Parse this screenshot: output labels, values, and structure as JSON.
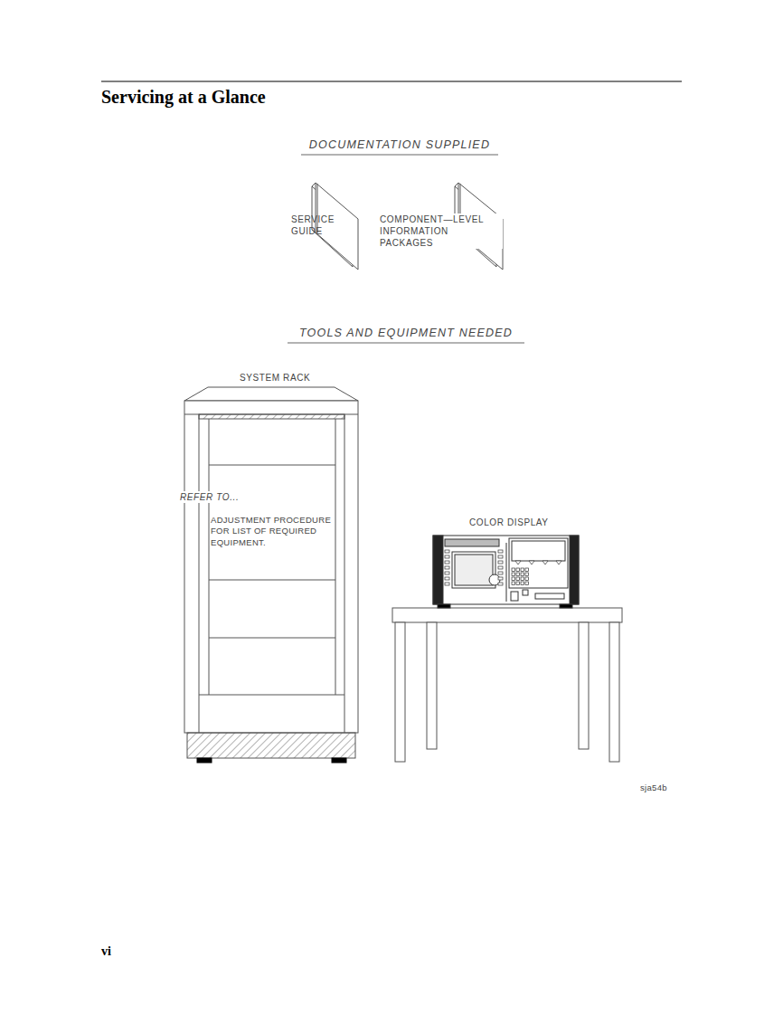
{
  "diagram": {
    "title": "Servicing at a Glance",
    "labels": [
      "DOCUMENTATION SUPPLIED",
      "SERVICE GUIDE",
      "COMPONENT—LEVEL INFORMATION PACKAGES",
      "TOOLS AND EQUIPMENT NEEDED",
      "SYSTEM RACK",
      "REFER TO...",
      "ADJUSTMENT PROCEDURE FOR LIST OF REQUIRED EQUIPMENT.",
      "COLOR DISPLAY",
      "sja54b",
      "vi"
    ]
  }
}
